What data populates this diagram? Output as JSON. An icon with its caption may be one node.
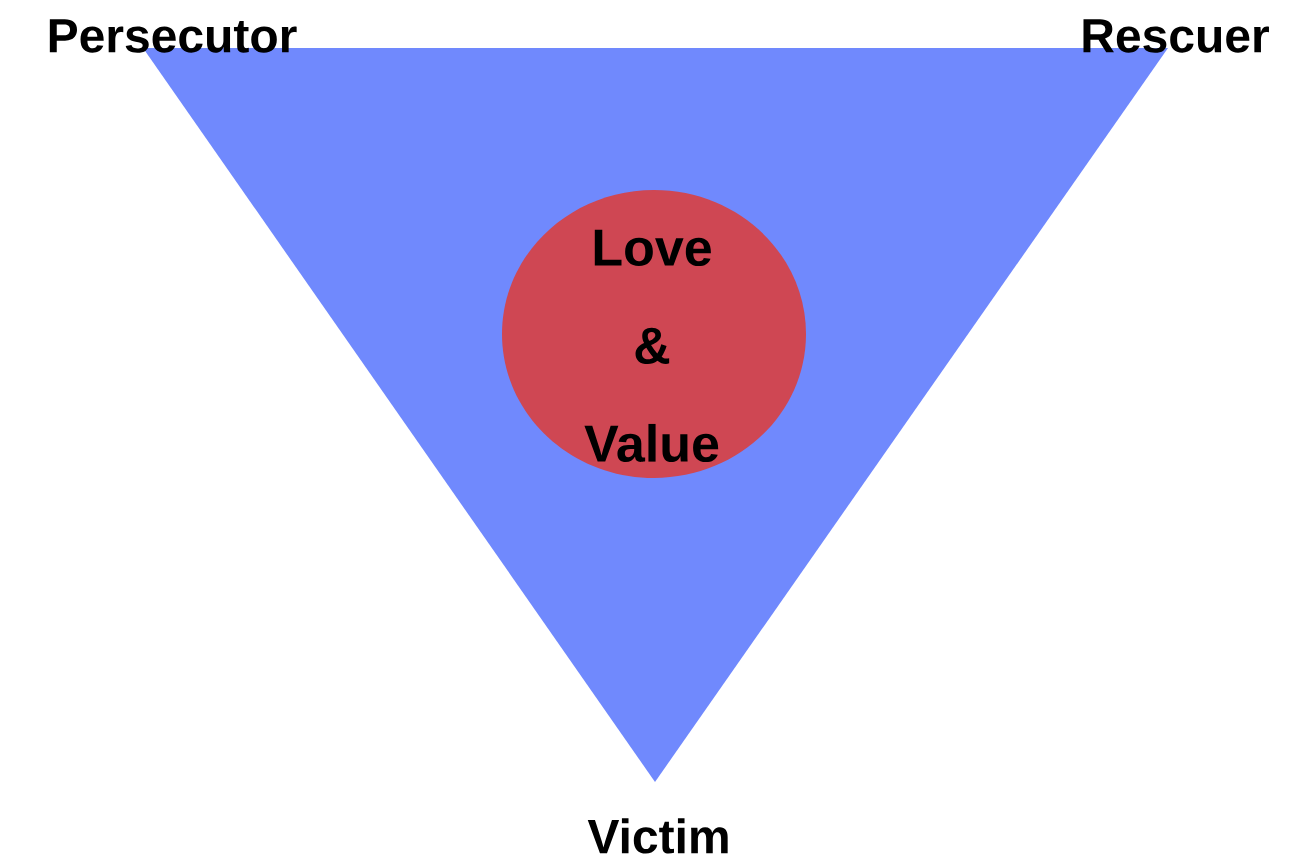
{
  "diagram": {
    "nodes": [
      {
        "text": [],
        "shape": "triangle"
      },
      {
        "text": [
          "Love & Value"
        ],
        "in": 0
      }
    ],
    "labels": [
      "Persecutor",
      "Rescuer",
      "Victim"
    ]
  }
}
